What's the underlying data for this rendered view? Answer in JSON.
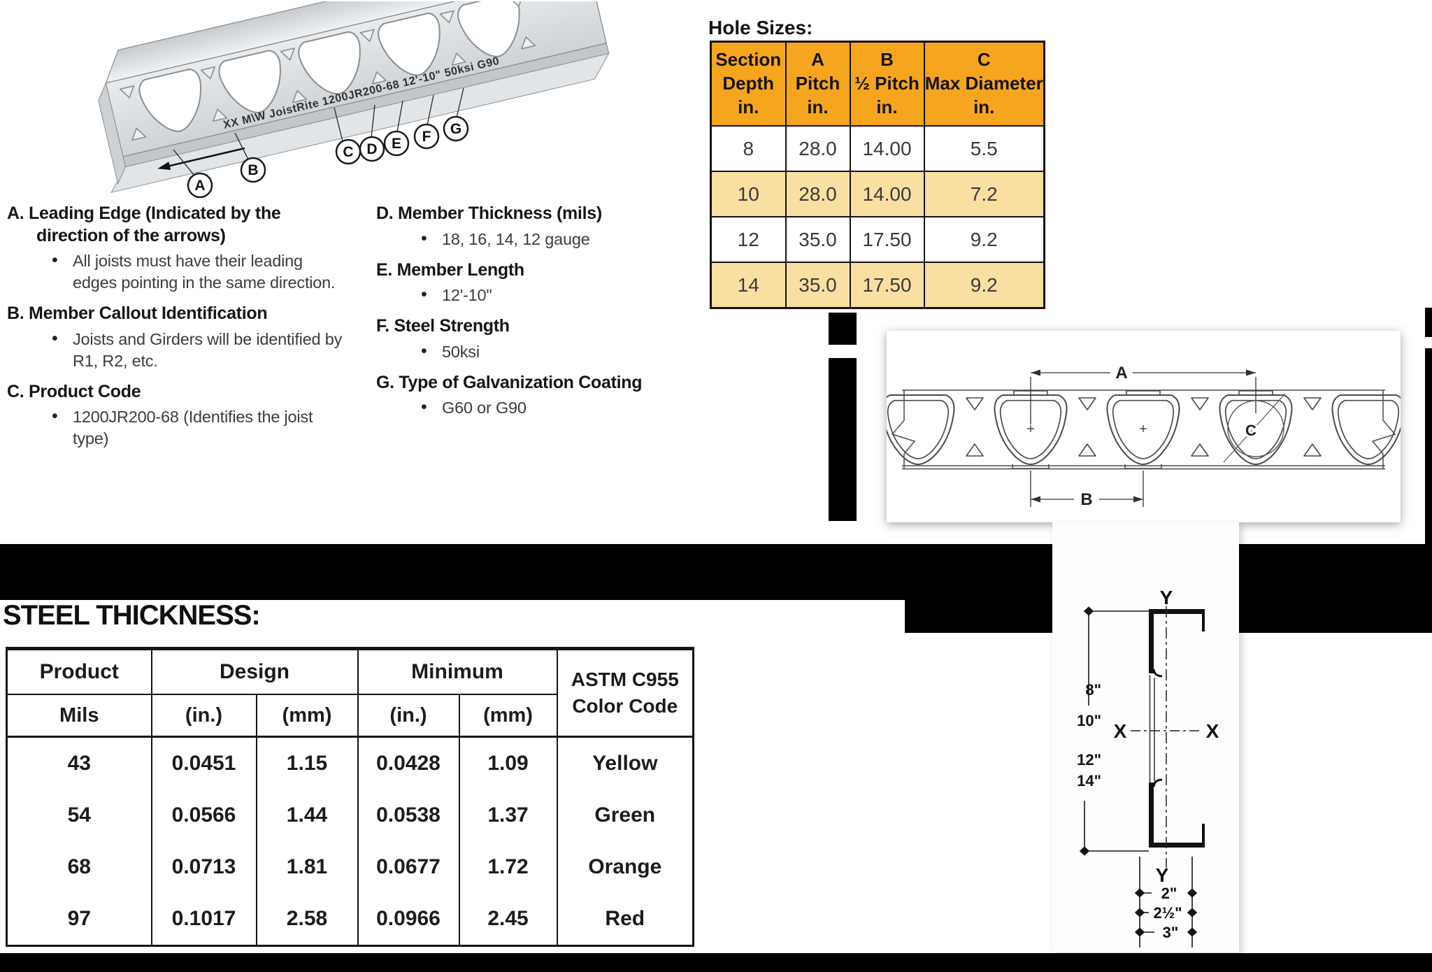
{
  "joist": {
    "stamp": "XX   M\\W JoistRite  1200JR200-68  12'-10\"  50ksi  G90",
    "callouts": [
      "A",
      "B",
      "C",
      "D",
      "E",
      "F",
      "G"
    ]
  },
  "legend": {
    "left": [
      {
        "heading": "A. Leading Edge (Indicated by the direction of the arrows)",
        "bullets": [
          "All joists must have their leading edges pointing in the same direction."
        ]
      },
      {
        "heading": "B. Member Callout Identification",
        "bullets": [
          "Joists and Girders will be identified by R1, R2, etc."
        ]
      },
      {
        "heading": "C. Product Code",
        "bullets": [
          "1200JR200-68 (Identifies the joist type)"
        ]
      }
    ],
    "right": [
      {
        "heading": "D. Member Thickness (mils)",
        "bullets": [
          "18, 16, 14, 12 gauge"
        ]
      },
      {
        "heading": "E. Member Length",
        "bullets": [
          "12'-10\""
        ]
      },
      {
        "heading": "F. Steel Strength",
        "bullets": [
          "50ksi"
        ]
      },
      {
        "heading": "G. Type of Galvanization Coating",
        "bullets": [
          "G60 or G90"
        ]
      }
    ]
  },
  "hole_sizes": {
    "title": "Hole Sizes:",
    "header_bg": "#F6A51F",
    "row_alt_bg": "#FADFA2",
    "headers": [
      [
        "Section",
        "Depth",
        "in."
      ],
      [
        "A",
        "Pitch",
        "in."
      ],
      [
        "B",
        "½ Pitch",
        "in."
      ],
      [
        "C",
        "Max Diameter",
        "in."
      ]
    ],
    "rows": [
      [
        "8",
        "28.0",
        "14.00",
        "5.5"
      ],
      [
        "10",
        "28.0",
        "14.00",
        "7.2"
      ],
      [
        "12",
        "35.0",
        "17.50",
        "9.2"
      ],
      [
        "14",
        "35.0",
        "17.50",
        "9.2"
      ]
    ]
  },
  "hole_diagram": {
    "a": "A",
    "b": "B",
    "c": "C"
  },
  "steel_thickness": {
    "title": "STEEL THICKNESS:",
    "group_headers": [
      "Product",
      "Design",
      "Minimum"
    ],
    "astm_lines": [
      "ASTM C955",
      "Color Code"
    ],
    "sub_headers": [
      "Mils",
      "(in.)",
      "(mm)",
      "(in.)",
      "(mm)"
    ],
    "rows": [
      [
        "43",
        "0.0451",
        "1.15",
        "0.0428",
        "1.09",
        "Yellow"
      ],
      [
        "54",
        "0.0566",
        "1.44",
        "0.0538",
        "1.37",
        "Green"
      ],
      [
        "68",
        "0.0713",
        "1.81",
        "0.0677",
        "1.72",
        "Orange"
      ],
      [
        "97",
        "0.1017",
        "2.58",
        "0.0966",
        "2.45",
        "Red"
      ]
    ]
  },
  "cross_section": {
    "y_top": "Y",
    "y_bottom": "Y",
    "x_left": "X",
    "x_right": "X",
    "depths": [
      "8\"",
      "10\"",
      "12\"",
      "14\""
    ],
    "widths": [
      "2\"",
      "2½\"",
      "3\""
    ]
  }
}
